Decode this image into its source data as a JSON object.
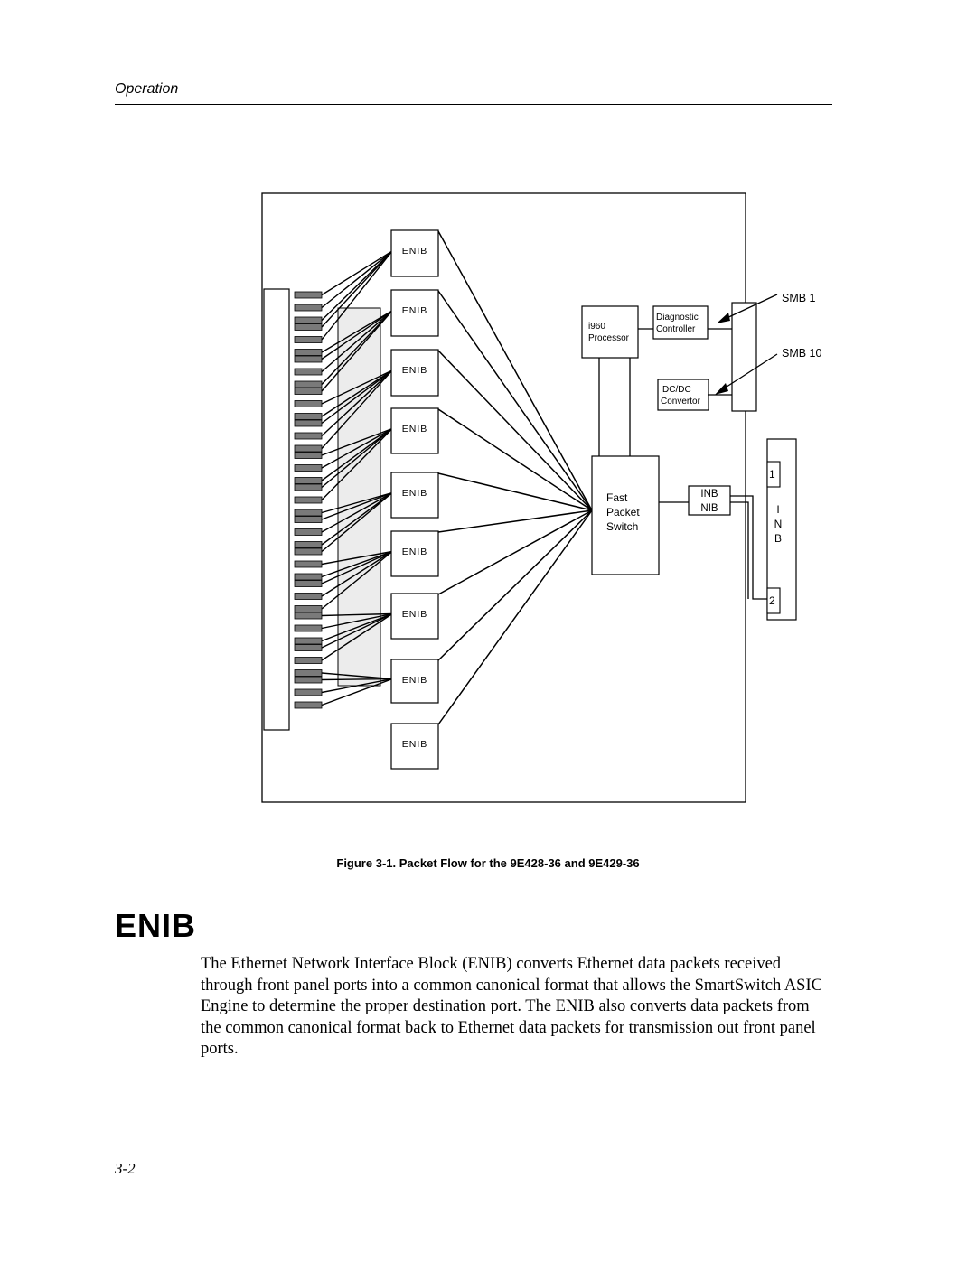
{
  "header": {
    "running_title": "Operation"
  },
  "figure": {
    "caption": "Figure 3-1. Packet Flow for the 9E428-36 and 9E429-36",
    "enib_label": "ENIB",
    "i960_line1": "i960",
    "i960_line2": "Processor",
    "diag_line1": "Diagnostic",
    "diag_line2": "Controller",
    "dcdc_line1": "DC/DC",
    "dcdc_line2": "Convertor",
    "smb_top": "SMB 1",
    "smb_bottom": "SMB 10",
    "fps_line1": "Fast",
    "fps_line2": "Packet",
    "fps_line3": "Switch",
    "inb_nib_line1": "INB",
    "inb_nib_line2": "NIB",
    "inb_port1": "1",
    "inb_port2": "2",
    "inb_letter1": "I",
    "inb_letter2": "N",
    "inb_letter3": "B"
  },
  "section": {
    "heading": "ENIB",
    "body": "The Ethernet Network Interface Block (ENIB) converts Ethernet data packets received through front panel ports into a common canonical format that allows the SmartSwitch ASIC Engine to determine the proper destination port. The ENIB also converts data packets from the common canonical format back to Ethernet data packets for transmission out front panel ports."
  },
  "footer": {
    "page_number": "3-2"
  }
}
